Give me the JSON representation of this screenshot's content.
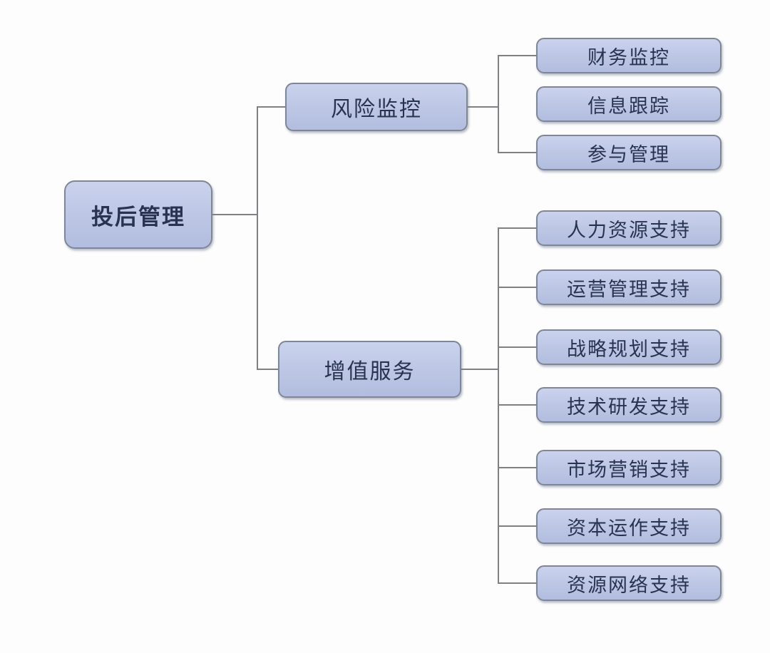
{
  "diagram": {
    "type": "tree",
    "orientation": "left-to-right",
    "root": {
      "label": "投后管理"
    },
    "branches": [
      {
        "label": "风险监控",
        "children": [
          {
            "label": "财务监控"
          },
          {
            "label": "信息跟踪"
          },
          {
            "label": "参与管理"
          }
        ]
      },
      {
        "label": "增值服务",
        "children": [
          {
            "label": "人力资源支持"
          },
          {
            "label": "运营管理支持"
          },
          {
            "label": "战略规划支持"
          },
          {
            "label": "技术研发支持"
          },
          {
            "label": "市场营销支持"
          },
          {
            "label": "资本运作支持"
          },
          {
            "label": "资源网络支持"
          }
        ]
      }
    ],
    "colors": {
      "node_fill": "#bcc6e4",
      "node_border": "#7f8796",
      "connector_line": "#7e8083",
      "text": "#273350",
      "background": "#fdfdfd"
    }
  }
}
